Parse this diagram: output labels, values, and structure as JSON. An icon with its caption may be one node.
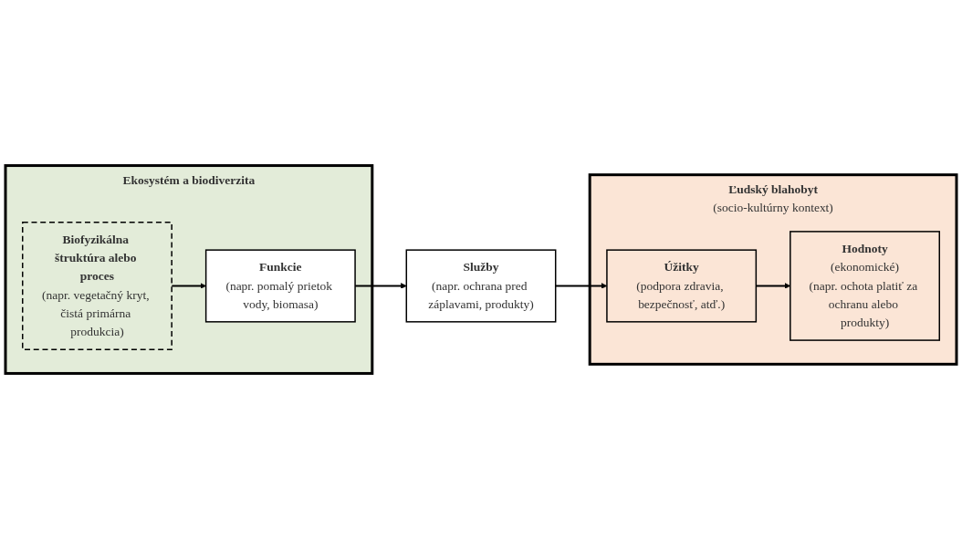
{
  "diagram": {
    "nodes": [
      {
        "text": [
          "Ekosystém a biodiverzita"
        ]
      },
      {
        "text": [
          "Biofyzikálna štruktúra alebo proces",
          "(napr. vegetačný kryt, čistá primárna produkcia)"
        ],
        "in": 0
      },
      {
        "text": [
          "Funkcie",
          "(napr. pomalý prietok vody, biomasa)"
        ],
        "in": 0
      },
      {
        "text": [
          "Služby",
          "(napr. ochrana pred záplavami, produkty)"
        ]
      },
      {
        "text": [
          "Ľudský blahobyt",
          "(socio-kultúrny kontext)"
        ]
      },
      {
        "text": [
          "Úžitky",
          "(podpora zdravia, bezpečnosť, atď.)"
        ],
        "in": 4
      },
      {
        "text": [
          "Hodnoty",
          "(ekonomické)",
          "(napr. ochota platiť za ochranu alebo produkty)"
        ],
        "in": 4
      }
    ],
    "edges": [
      {
        "from": 1,
        "to": 2,
        "arrow": "to"
      },
      {
        "from": 2,
        "to": 3,
        "arrow": "to"
      },
      {
        "from": 3,
        "to": 5,
        "arrow": "to"
      },
      {
        "from": 5,
        "to": 6,
        "arrow": "to"
      }
    ]
  }
}
